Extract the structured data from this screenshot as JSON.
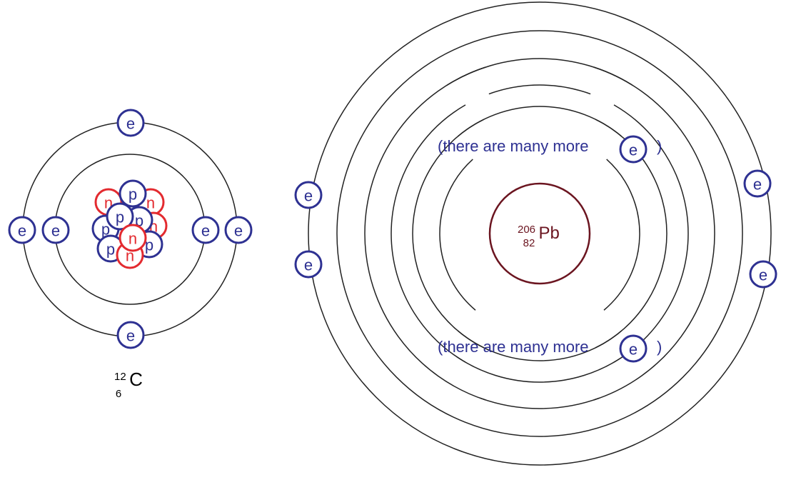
{
  "colors": {
    "electron": "#2e3192",
    "proton": "#2e3192",
    "neutron": "#e32a2f",
    "lead_nucleus": "#6b1520",
    "orbit": "#222222"
  },
  "particles": {
    "electron": "e",
    "proton": "p",
    "neutron": "n"
  },
  "carbon": {
    "mass_number": "12",
    "atomic_number": "6",
    "symbol": "C"
  },
  "lead": {
    "mass_number": "206",
    "atomic_number": "82",
    "symbol": "Pb"
  },
  "notes": {
    "top_prefix": "(there are many more",
    "top_suffix": ")",
    "bottom_prefix": "(there are many more",
    "bottom_suffix": ")"
  }
}
